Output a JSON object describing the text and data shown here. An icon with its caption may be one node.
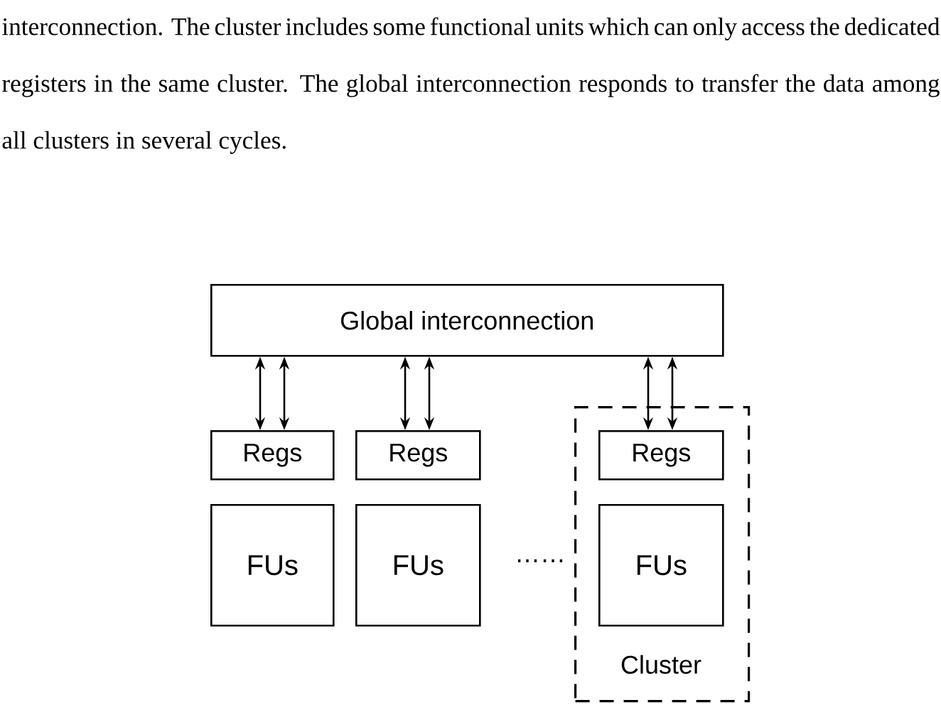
{
  "diagram": {
    "nodes": [
      {
        "text": [
          "Global interconnection"
        ]
      },
      {
        "text": [
          "Regs"
        ]
      },
      {
        "text": [
          "FUs"
        ]
      },
      {
        "text": [
          "Regs"
        ]
      },
      {
        "text": [
          "FUs"
        ]
      },
      {
        "text": [
          "Cluster"
        ]
      },
      {
        "text": [
          "Regs"
        ],
        "in": 5
      },
      {
        "text": [
          "FUs"
        ],
        "in": 5
      }
    ],
    "edges": [
      {
        "from": 0,
        "to": 1,
        "arrow": "both"
      },
      {
        "from": 0,
        "to": 1,
        "arrow": "both"
      },
      {
        "from": 0,
        "to": 3,
        "arrow": "both"
      },
      {
        "from": 0,
        "to": 3,
        "arrow": "both"
      },
      {
        "from": 0,
        "to": 6,
        "arrow": "both"
      },
      {
        "from": 0,
        "to": 6,
        "arrow": "both"
      }
    ],
    "labels": [
      "interconnection. The cluster includes some functional units which can only access the dedicated registers in the same cluster. The global interconnection responds to transfer the data among all clusters in several cycles.",
      "……"
    ]
  }
}
